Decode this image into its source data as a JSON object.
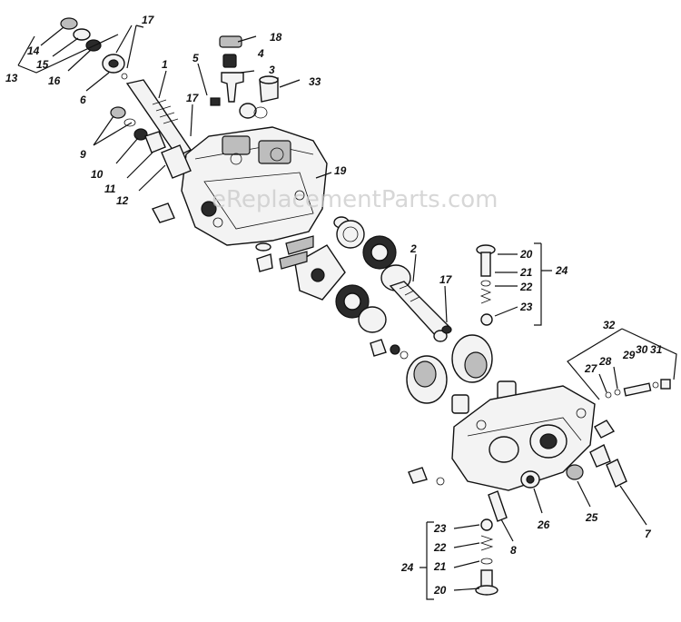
{
  "watermark": "eReplacementParts.com",
  "callouts": {
    "c1": "1",
    "c2": "2",
    "c3": "3",
    "c5": "5",
    "c6": "6",
    "c7": "7",
    "c8": "8",
    "c9": "9",
    "c10": "10",
    "c11": "11",
    "c12": "12",
    "c13": "13",
    "c14": "14",
    "c15": "15",
    "c16": "16",
    "c17a": "17",
    "c17b": "17",
    "c17c": "17",
    "c18": "18",
    "c19": "19",
    "c20a": "20",
    "c20b": "20",
    "c21a": "21",
    "c21b": "21",
    "c22a": "22",
    "c22b": "22",
    "c23a": "23",
    "c23b": "23",
    "c24a": "24",
    "c24b": "24",
    "c25": "25",
    "c26": "26",
    "c27": "27",
    "c28": "28",
    "c29": "29",
    "c30": "30",
    "c31": "31",
    "c32": "32",
    "c33": "33",
    "c4": "4"
  }
}
